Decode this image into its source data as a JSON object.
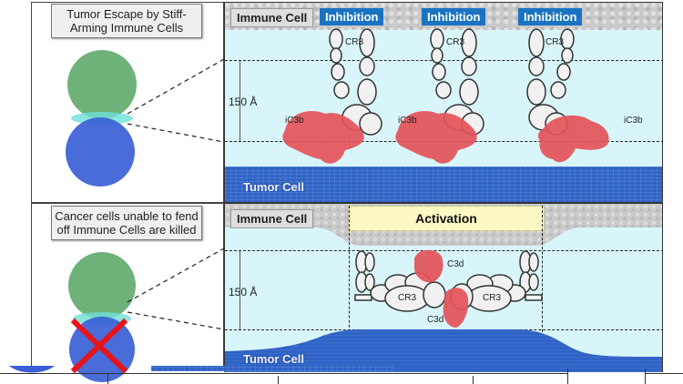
{
  "top": {
    "caption": "Tumor Escape by Stiff-Arming Immune Cells",
    "immune_label": "Immune Cell",
    "inhibition_labels": [
      "Inhibition",
      "Inhibition",
      "Inhibition"
    ],
    "scale_label": "150 Å",
    "receptor_label": "CR3",
    "ligand_label": "iC3b",
    "tumor_label": "Tumor Cell"
  },
  "bottom": {
    "caption": "Cancer cells unable to fend off Immune Cells are killed",
    "immune_label": "Immune Cell",
    "activation_label": "Activation",
    "scale_label": "150 Å",
    "receptor_label": "CR3",
    "ligand_label": "C3d",
    "tumor_label": "Tumor Cell"
  },
  "colors": {
    "inhibition": "#1a73c2",
    "activation": "#fbf8c4",
    "tumor": "#2f63c6",
    "medium": "#d8f6fa",
    "ligand": "#e5535a",
    "kill_mark": "#e8141b"
  }
}
